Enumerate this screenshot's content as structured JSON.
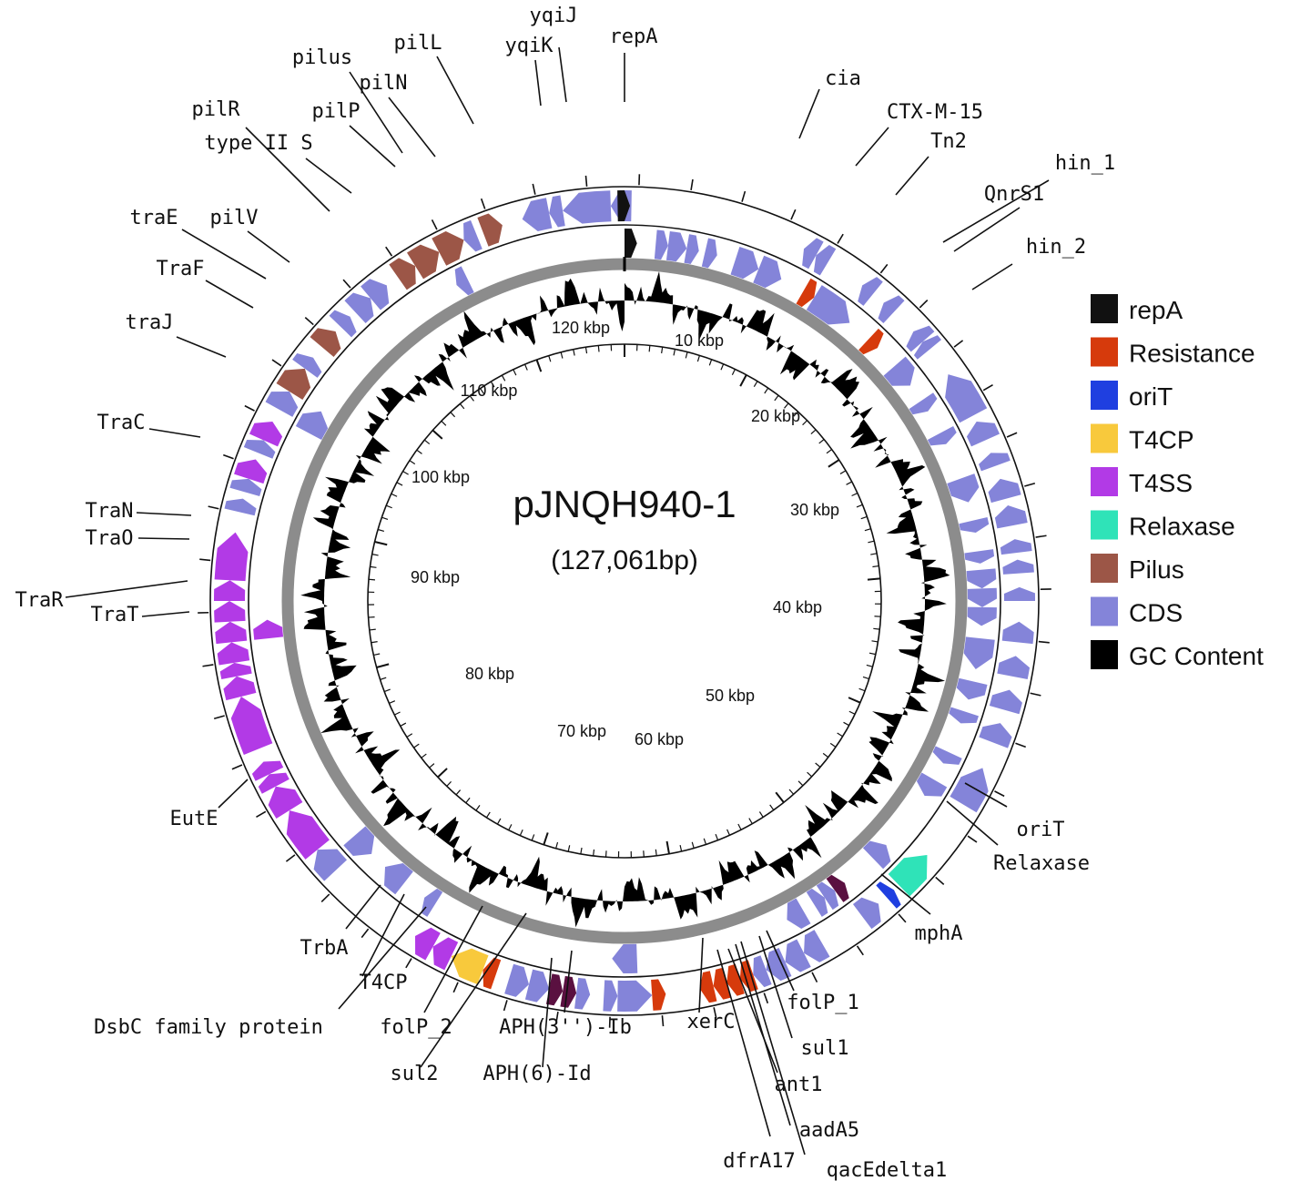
{
  "plasmid": {
    "name": "pJNQH940-1",
    "length_label": "(127,061bp)",
    "length_bp": 127061
  },
  "colors": {
    "repA": "#111111",
    "Resistance": "#d63a0c",
    "oriT": "#1f3fe0",
    "T4CP": "#f8c93c",
    "T4SS": "#b23ae6",
    "Relaxase": "#2fe3b8",
    "Pilus": "#9c5647",
    "CDS": "#8484d9",
    "GC": "#000000",
    "DarkRes": "#5a1040"
  },
  "legend": [
    {
      "label": "repA",
      "color": "#111111"
    },
    {
      "label": "Resistance",
      "color": "#d63a0c"
    },
    {
      "label": "oriT",
      "color": "#1f3fe0"
    },
    {
      "label": "T4CP",
      "color": "#f8c93c"
    },
    {
      "label": "T4SS",
      "color": "#b23ae6"
    },
    {
      "label": "Relaxase",
      "color": "#2fe3b8"
    },
    {
      "label": "Pilus",
      "color": "#9c5647"
    },
    {
      "label": "CDS",
      "color": "#8484d9"
    },
    {
      "label": "GC Content",
      "color": "#000000"
    }
  ],
  "kbp_ticks": [
    "10 kbp",
    "20 kbp",
    "30 kbp",
    "40 kbp",
    "50 kbp",
    "60 kbp",
    "70 kbp",
    "80 kbp",
    "90 kbp",
    "100 kbp",
    "110 kbp",
    "120 kbp"
  ],
  "gene_labels": [
    "repA",
    "yqiJ",
    "yqiK",
    "pilL",
    "pilus",
    "pilN",
    "pilP",
    "pilR",
    "type II S",
    "traE",
    "pilV",
    "TraF",
    "traJ",
    "TraC",
    "TraN",
    "TraO",
    "TraR",
    "TraT",
    "EutE",
    "TrbA",
    "T4CP",
    "DsbC family protein",
    "folP_2",
    "sul2",
    "APH(3'')-Ib",
    "APH(6)-Id",
    "xerC",
    "dfrA17",
    "ant1",
    "aadA5",
    "qacEdelta1",
    "sul1",
    "folP_1",
    "mphA",
    "Relaxase",
    "oriT",
    "hin_2",
    "hin_1",
    "QnrS1",
    "Tn2",
    "CTX-M-15",
    "cia"
  ]
}
